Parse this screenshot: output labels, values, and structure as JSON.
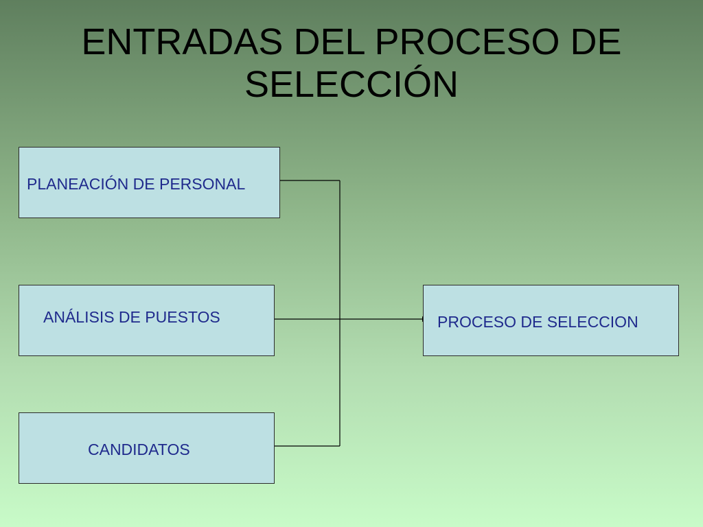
{
  "slide": {
    "title_line1": "ENTRADAS DEL PROCESO DE",
    "title_line2": "SELECCIÓN"
  },
  "diagram": {
    "inputs": [
      {
        "label": "PLANEACIÓN DE PERSONAL"
      },
      {
        "label": "ANÁLISIS DE PUESTOS"
      },
      {
        "label": "CANDIDATOS"
      }
    ],
    "output": {
      "label": "PROCESO DE SELECCION"
    }
  },
  "colors": {
    "box_fill": "#bde0e3",
    "box_text": "#1f2a8c",
    "connector": "#000000"
  }
}
